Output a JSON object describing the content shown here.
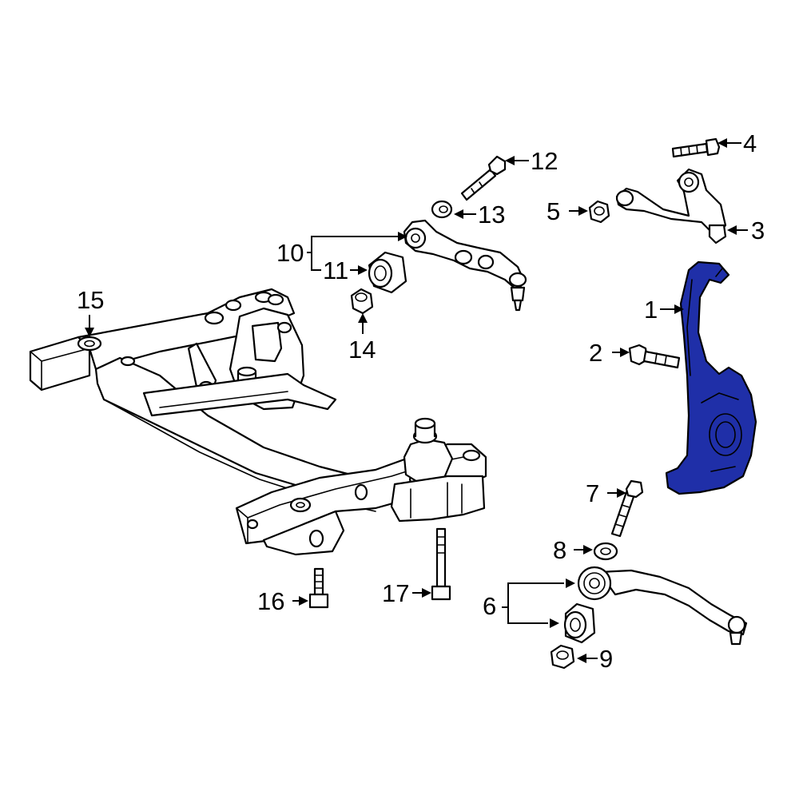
{
  "highlight_color": "#1f2fa8",
  "callouts": {
    "c1": "1",
    "c2": "2",
    "c3": "3",
    "c4": "4",
    "c5": "5",
    "c6": "6",
    "c7": "7",
    "c8": "8",
    "c9": "9",
    "c10": "10",
    "c11": "11",
    "c12": "12",
    "c13": "13",
    "c14": "14",
    "c15": "15",
    "c16": "16",
    "c17": "17"
  },
  "parts": [
    {
      "callout": "1",
      "name": "steering-knuckle",
      "highlighted": true
    },
    {
      "callout": "2",
      "name": "knuckle-bolt"
    },
    {
      "callout": "3",
      "name": "upper-control-arm"
    },
    {
      "callout": "4",
      "name": "upper-arm-bolt"
    },
    {
      "callout": "5",
      "name": "upper-arm-nut"
    },
    {
      "callout": "6",
      "name": "lower-control-arm-with-bushing"
    },
    {
      "callout": "7",
      "name": "lower-arm-bolt"
    },
    {
      "callout": "8",
      "name": "lower-arm-washer"
    },
    {
      "callout": "9",
      "name": "lower-arm-nut"
    },
    {
      "callout": "10",
      "name": "tension-strut"
    },
    {
      "callout": "11",
      "name": "strut-bushing"
    },
    {
      "callout": "12",
      "name": "strut-bolt"
    },
    {
      "callout": "13",
      "name": "strut-washer"
    },
    {
      "callout": "14",
      "name": "strut-nut"
    },
    {
      "callout": "15",
      "name": "engine-cradle"
    },
    {
      "callout": "16",
      "name": "cradle-bolt-short"
    },
    {
      "callout": "17",
      "name": "cradle-bolt-long"
    }
  ]
}
